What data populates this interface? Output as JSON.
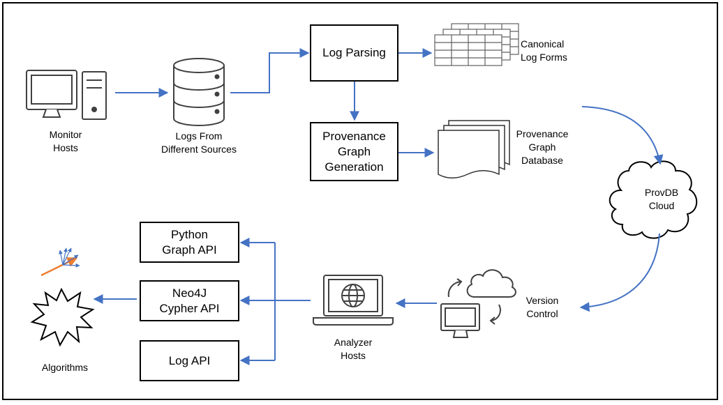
{
  "colors": {
    "arrow": "#4472c4",
    "stroke": "#404040",
    "accent": "#ed7d31"
  },
  "sources": {
    "monitor_hosts": [
      "Monitor",
      "Hosts"
    ],
    "logs": [
      "Logs From",
      "Different Sources"
    ]
  },
  "pipeline": {
    "log_parsing": "Log Parsing",
    "provenance_generation": [
      "Provenance",
      "Graph",
      "Generation"
    ],
    "canonical_forms": [
      "Canonical",
      "Log Forms"
    ],
    "provenance_database": [
      "Provenance",
      "Graph",
      "Database"
    ]
  },
  "cloud": [
    "ProvDB",
    "Cloud"
  ],
  "version_control": [
    "Version",
    "Control"
  ],
  "analyzer_hosts": [
    "Analyzer",
    "Hosts"
  ],
  "apis": {
    "python": [
      "Python",
      "Graph API"
    ],
    "neo4j": [
      "Neo4J",
      "Cypher API"
    ],
    "log": "Log API"
  },
  "algorithms": "Algorithms",
  "icons": [
    "desktop-computer-icon",
    "database-icon",
    "table-stack-icon",
    "document-stack-icon",
    "cloud-icon",
    "cloud-sync-icon",
    "laptop-globe-icon",
    "vector-spray-icon",
    "explosion-icon"
  ]
}
